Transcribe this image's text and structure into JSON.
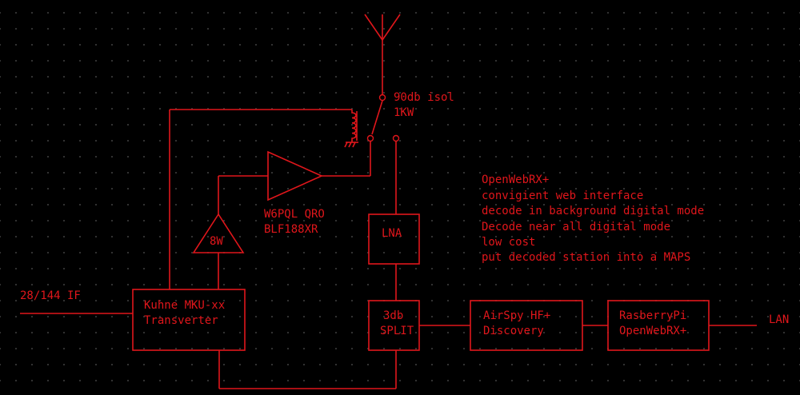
{
  "antenna": {
    "isolation": "90db isol",
    "power": "1KW"
  },
  "amplifier": {
    "line1": "W6PQL QRO",
    "line2": "BLF188XR"
  },
  "driver": {
    "label": "8W"
  },
  "lna": {
    "label": "LNA"
  },
  "transverter": {
    "line1": "Kuhne MKU-xx",
    "line2": "Transverter"
  },
  "splitter": {
    "line1": "3db",
    "line2": "SPLIT"
  },
  "sdr": {
    "line1": "AirSpy HF+",
    "line2": "Discovery"
  },
  "computer": {
    "line1": "RasberryPi",
    "line2": "OpenWebRX+"
  },
  "if_label": "28/144 IF",
  "lan_label": "LAN",
  "notes": [
    "OpenWebRX+",
    "convigient web interface",
    "decode in background digital mode",
    "Decode near all digital mode",
    "low cost",
    "put decoded station into a MAPS"
  ],
  "colors": {
    "line": "#e0161b",
    "background": "#000000",
    "grid": "#3a3a3a"
  }
}
